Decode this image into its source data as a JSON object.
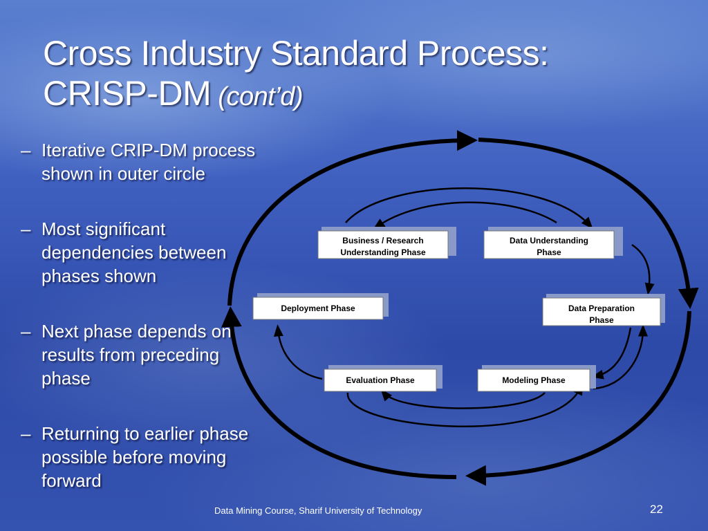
{
  "slide": {
    "title_line1": "Cross Industry Standard Process:",
    "title_line2": "CRISP-DM",
    "title_open_paren": " (",
    "title_cont": "cont’d",
    "title_close_paren": ")",
    "bullets": [
      "Iterative CRIP-DM process shown in outer circle",
      "Most significant dependencies between phases shown",
      "Next phase depends on results from preceding phase",
      "Returning to earlier phase possible before moving forward"
    ],
    "bullet_marker": "–",
    "footer": "Data Mining Course, Sharif University of Technology",
    "page_number": "22"
  },
  "diagram": {
    "phases": [
      {
        "line1": "Business / Research",
        "line2": "Understanding Phase"
      },
      {
        "line1": "Data Understanding",
        "line2": "Phase"
      },
      {
        "line1": "Data Preparation",
        "line2": "Phase"
      },
      {
        "line1": "Modeling Phase",
        "line2": ""
      },
      {
        "line1": "Evaluation Phase",
        "line2": ""
      },
      {
        "line1": "Deployment Phase",
        "line2": ""
      }
    ]
  }
}
